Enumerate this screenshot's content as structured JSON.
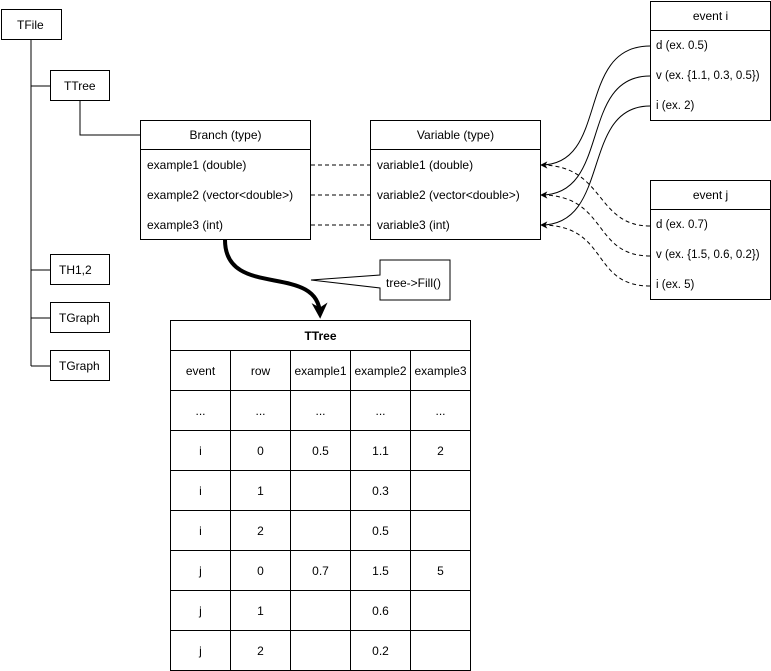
{
  "hierarchy": {
    "root": "TFile",
    "children": [
      "TTree",
      "TH1,2",
      "TGraph",
      "TGraph"
    ]
  },
  "branch": {
    "title": "Branch (type)",
    "rows": [
      "example1 (double)",
      "example2 (vector<double>)",
      "example3 (int)"
    ]
  },
  "variable": {
    "title": "Variable (type)",
    "rows": [
      "variable1 (double)",
      "variable2 (vector<double>)",
      "variable3 (int)"
    ]
  },
  "event_i": {
    "title": "event i",
    "rows": [
      "d (ex. 0.5)",
      "v (ex. {1.1, 0.3, 0.5})",
      "i (ex. 2)"
    ]
  },
  "event_j": {
    "title": "event j",
    "rows": [
      "d (ex. 0.7)",
      "v (ex. {1.5, 0.6, 0.2})",
      "i (ex. 5)"
    ]
  },
  "callout": "tree->Fill()",
  "table": {
    "title": "TTree",
    "headers": [
      "event",
      "row",
      "example1",
      "example2",
      "example3"
    ],
    "rows": [
      [
        "...",
        "...",
        "...",
        "...",
        "..."
      ],
      [
        "i",
        "0",
        "0.5",
        "1.1",
        "2"
      ],
      [
        "i",
        "1",
        "",
        "0.3",
        ""
      ],
      [
        "i",
        "2",
        "",
        "0.5",
        ""
      ],
      [
        "j",
        "0",
        "0.7",
        "1.5",
        "5"
      ],
      [
        "j",
        "1",
        "",
        "0.6",
        ""
      ],
      [
        "j",
        "2",
        "",
        "0.2",
        ""
      ]
    ]
  },
  "colors": {
    "line": "#000000",
    "background": "#ffffff"
  }
}
